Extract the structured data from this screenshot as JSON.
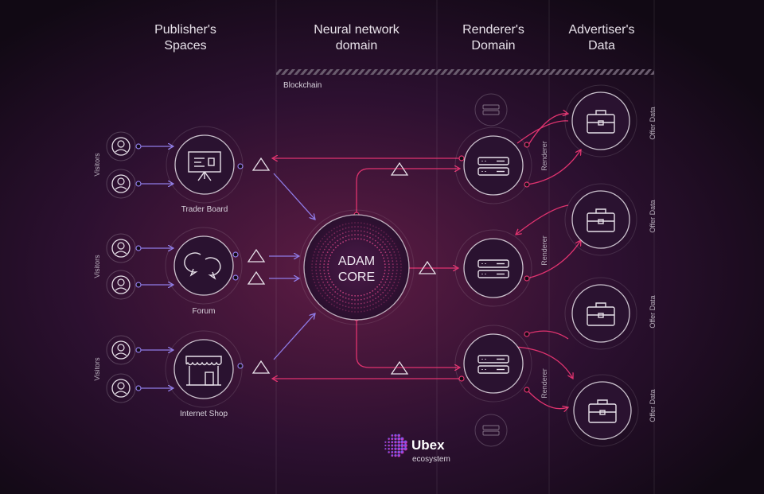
{
  "columns": {
    "publishers": "Publisher's\nSpaces",
    "neural": "Neural network\ndomain",
    "renderers": "Renderer's\nDomain",
    "advertisers": "Advertiser's\nData"
  },
  "blockchain_label": "Blockchain",
  "core": {
    "line1": "ADAM",
    "line2": "CORE"
  },
  "publishers": [
    {
      "label": "Trader Board",
      "icon": "presentation-board-icon"
    },
    {
      "label": "Forum",
      "icon": "chat-bubbles-icon"
    },
    {
      "label": "Internet Shop",
      "icon": "storefront-icon"
    }
  ],
  "visitors_label": "Visitors",
  "renderer_label": "Renderer",
  "offer_label": "Offer Data",
  "brand": {
    "name": "Ubex",
    "sub": "ecosystem"
  },
  "colors": {
    "accent_pink": "#e0336f",
    "accent_purple": "#8f7be6",
    "icon_stroke": "#d8d2dc",
    "background": "#120a14"
  }
}
